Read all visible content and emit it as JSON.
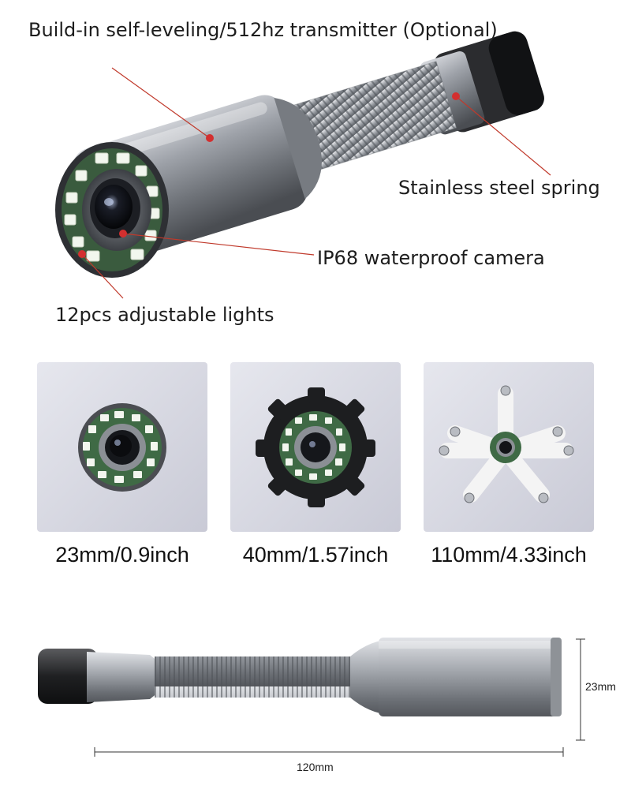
{
  "hero": {
    "callouts": {
      "transmitter": "Build-in self-leveling/512hz transmitter (Optional)",
      "spring": "Stainless steel spring",
      "camera": "IP68 waterproof camera",
      "lights": "12pcs adjustable lights"
    },
    "image_alt": "pipe-inspection-camera-head",
    "colors": {
      "callout_line": "#c0392b",
      "dot": "#d32f2f"
    }
  },
  "sizes": [
    {
      "label": "23mm/0.9inch",
      "variant": "bare-head"
    },
    {
      "label": "40mm/1.57inch",
      "variant": "black-skid"
    },
    {
      "label": "110mm/4.33inch",
      "variant": "wheel-skid"
    }
  ],
  "dimension_drawing": {
    "height_label": "23mm",
    "length_label": "120mm"
  }
}
